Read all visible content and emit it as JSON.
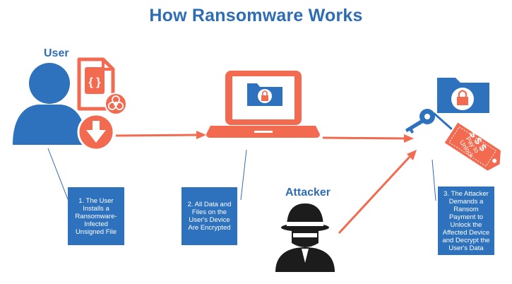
{
  "title": "How Ransomware Works",
  "labels": {
    "user": "User",
    "attacker": "Attacker"
  },
  "steps": [
    {
      "text": "1. The User\nInstalls a\nRansomware-\nInfected\nUnsigned File"
    },
    {
      "text": "2. All Data and\nFiles on the\nUser's Device\nAre Encrypted"
    },
    {
      "text": "3. The Attacker\nDemands a\nRansom\nPayment to\nUnlock the\nAffected Device\nand Decrypt the\nUser's Data"
    }
  ],
  "ransom_note": {
    "money": "$ $ $",
    "pay_text": "Pay to\nUnlock"
  },
  "file_icon_text": "{ }",
  "colors": {
    "blue": "#2e6db4",
    "orange": "#f26a50",
    "dark": "#1c1c1c"
  },
  "icons": [
    "user-icon",
    "code-file-icon",
    "biohazard-icon",
    "download-icon",
    "laptop-icon",
    "locked-folder-icon",
    "attacker-icon",
    "key-icon",
    "ransom-tag-icon"
  ]
}
